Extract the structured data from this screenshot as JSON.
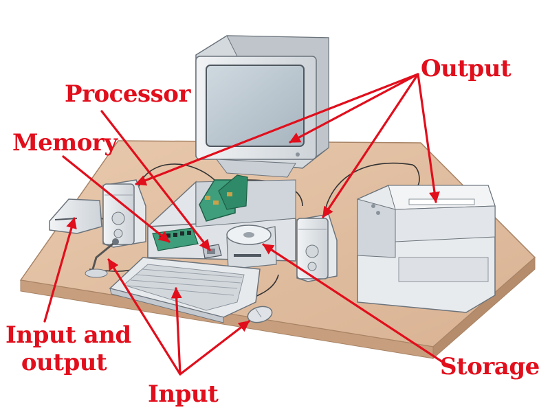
{
  "colors": {
    "label": "#e10e1c",
    "arrow": "#e10e1c",
    "desk": "#e2c0a3",
    "desk_edge": "#c8a07f",
    "device_body": "#e9ecef",
    "device_shadow": "#b7bdc4",
    "screen": "#b9c6cf",
    "circuit_board": "#3f9e7c"
  },
  "labels": {
    "output": "Output",
    "processor": "Processor",
    "memory": "Memory",
    "input_and_output": "Input and output",
    "input_and_output_line1": "Input and",
    "input_and_output_line2": "output",
    "input": "Input",
    "storage": "Storage"
  },
  "components": [
    {
      "name": "monitor",
      "icon": "monitor-icon",
      "category": "Output"
    },
    {
      "name": "speaker-left",
      "icon": "speaker-icon",
      "category": "Output"
    },
    {
      "name": "speaker-right",
      "icon": "speaker-icon",
      "category": "Output"
    },
    {
      "name": "printer",
      "icon": "printer-icon",
      "category": "Output"
    },
    {
      "name": "processor-chip",
      "icon": "chip-icon",
      "category": "Processor"
    },
    {
      "name": "memory-modules",
      "icon": "memory-icon",
      "category": "Memory"
    },
    {
      "name": "modem",
      "icon": "modem-icon",
      "category": "Input and output"
    },
    {
      "name": "microphone",
      "icon": "microphone-icon",
      "category": "Input"
    },
    {
      "name": "keyboard",
      "icon": "keyboard-icon",
      "category": "Input"
    },
    {
      "name": "mouse",
      "icon": "mouse-icon",
      "category": "Input"
    },
    {
      "name": "disk-drive",
      "icon": "disk-icon",
      "category": "Storage"
    }
  ]
}
